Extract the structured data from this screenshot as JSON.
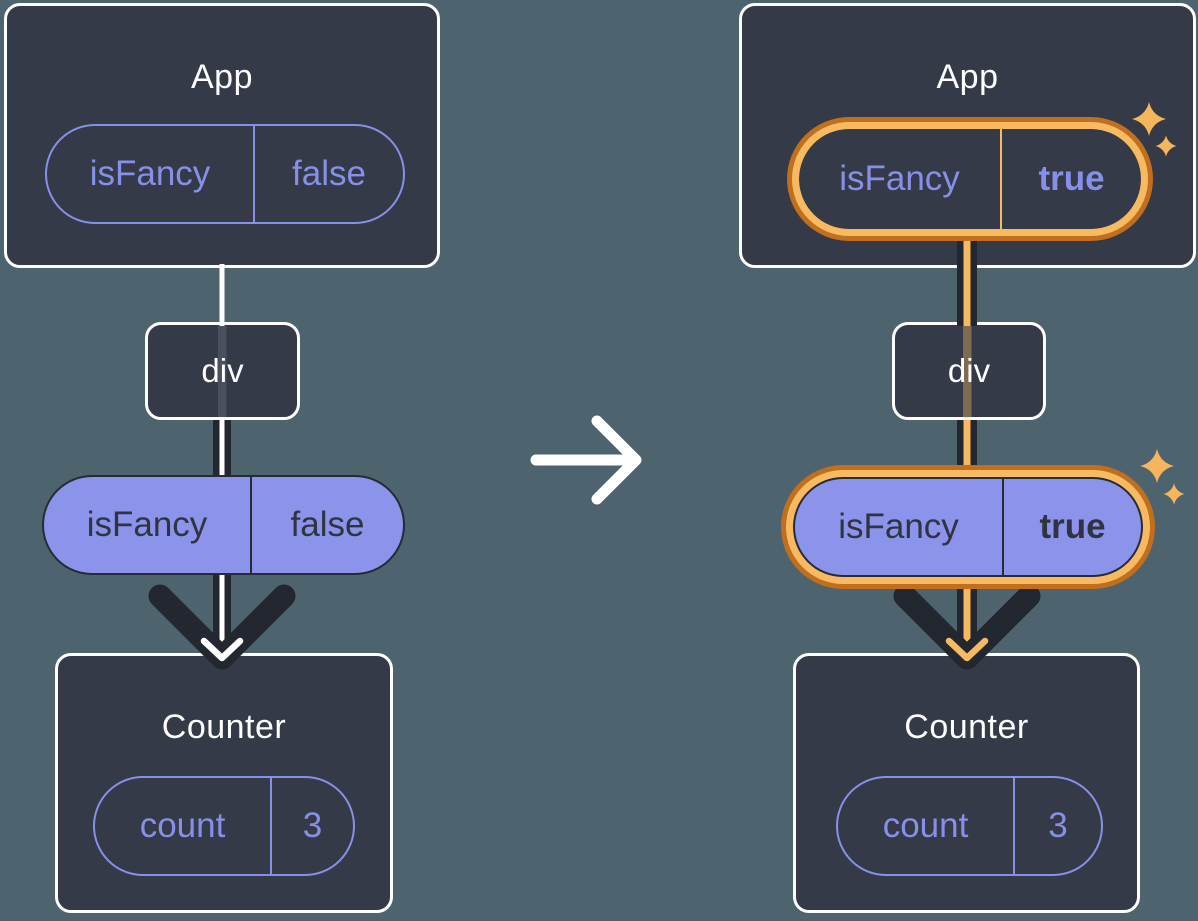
{
  "colors": {
    "background": "#4D646E",
    "card_bg": "#343A47",
    "card_border": "#FFFFFF",
    "purple": "#8790E8",
    "purple_fill": "#8B93EA",
    "ink_dark": "#23272F",
    "pill_text_dark": "#2F3440",
    "orange_light": "#F8BA61",
    "orange_dark": "#C16E1E",
    "white": "#FFFFFF"
  },
  "before": {
    "app": {
      "title": "App",
      "state_pill": {
        "key": "isFancy",
        "value": "false"
      }
    },
    "div_node": {
      "label": "div"
    },
    "prop_pill": {
      "key": "isFancy",
      "value": "false"
    },
    "counter": {
      "title": "Counter",
      "state_pill": {
        "key": "count",
        "value": "3"
      }
    }
  },
  "after": {
    "app": {
      "title": "App",
      "state_pill": {
        "key": "isFancy",
        "value": "true"
      }
    },
    "div_node": {
      "label": "div"
    },
    "prop_pill": {
      "key": "isFancy",
      "value": "true"
    },
    "counter": {
      "title": "Counter",
      "state_pill": {
        "key": "count",
        "value": "3"
      }
    }
  }
}
